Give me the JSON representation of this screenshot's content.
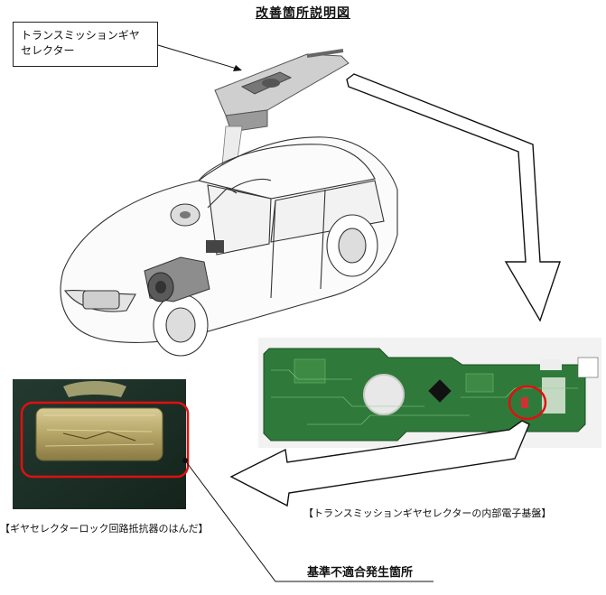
{
  "title": "改善箇所説明図",
  "callout": {
    "line1": "トランスミッションギヤ",
    "line2": "セレクター"
  },
  "captions": {
    "board": "【トランスミッションギヤセレクターの内部電子基盤】",
    "solder": "【ギヤセレクターロック回路抵抗器のはんだ】",
    "defect": "基準不適合発生箇所"
  },
  "colors": {
    "highlight_red": "#e01010",
    "pcb_green": "#2f7a3a",
    "solder_gold": "#b9a86a"
  }
}
